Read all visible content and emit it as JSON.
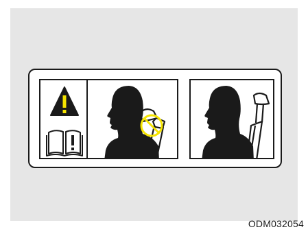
{
  "figure": {
    "image_code": "ODM032054",
    "warning_symbol_color": "#f5e400",
    "prohibition_color": "#f5e400",
    "ink_color": "#1a1a1a",
    "panels": [
      {
        "name": "warning-and-manual"
      },
      {
        "name": "incorrect-headrest-position"
      },
      {
        "name": "correct-headrest-position"
      }
    ]
  }
}
